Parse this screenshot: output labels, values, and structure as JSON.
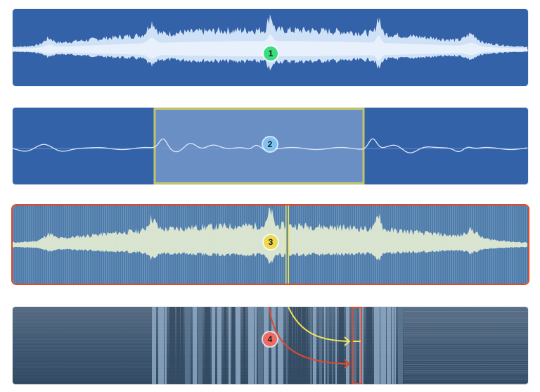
{
  "colors": {
    "panel_blue": "#3462a8",
    "waveform_light": "#cfe1f6",
    "selection_yellow": "#f3e45a",
    "active_red": "#e04a2a",
    "spectral_dark": "#3e5670"
  },
  "steps": [
    {
      "label": "1",
      "color": "#3ddc7e",
      "description_icon": "waveform-overview"
    },
    {
      "label": "2",
      "color": "#7cc2f5",
      "description_icon": "selection-zoom"
    },
    {
      "label": "3",
      "color": "#efd94a",
      "description_icon": "playhead-waveform"
    },
    {
      "label": "4",
      "color": "#ee6a63",
      "description_icon": "spectral-view"
    }
  ],
  "selection": {
    "start_fraction": 0.276,
    "end_fraction": 0.682
  },
  "playhead": {
    "position_fraction": 0.532
  },
  "spectral_marker": {
    "position_fraction": 0.667
  }
}
